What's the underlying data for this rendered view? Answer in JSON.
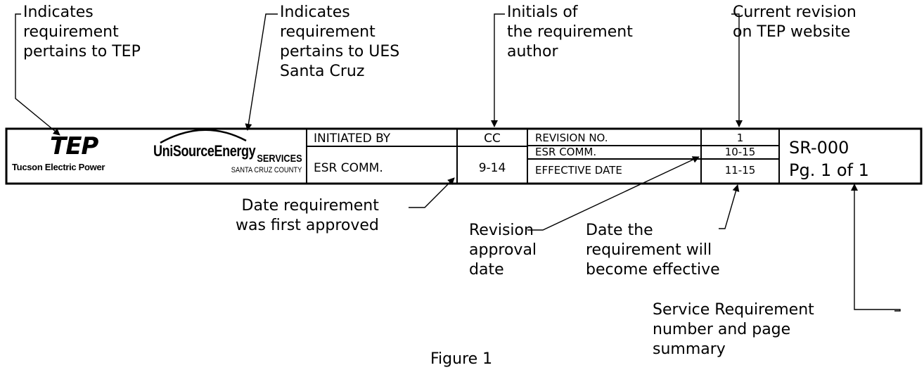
{
  "annotations": {
    "tep": [
      "Indicates",
      "requirement",
      "pertains to TEP"
    ],
    "ues": [
      "Indicates",
      "requirement",
      "pertains to UES",
      "Santa Cruz"
    ],
    "initials": [
      "Initials of",
      "the requirement",
      "author"
    ],
    "current_revision": [
      "Current revision",
      "on TEP website"
    ],
    "first_approved": [
      "Date requirement",
      "was first approved"
    ],
    "revision_approval": [
      "Revision",
      "approval",
      "date"
    ],
    "effective": [
      "Date the",
      "requirement will",
      "become effective"
    ],
    "service_requirement": [
      "Service Requirement",
      "number and page",
      "summary"
    ]
  },
  "title_block": {
    "tep_logo": "TEP",
    "tep_name": "Tucson Electric Power",
    "ues_logo": "UniSourceEnergy",
    "ues_services": "SERVICES",
    "ues_county": "SANTA CRUZ COUNTY",
    "initiated_by_label": "INITIATED BY",
    "initiated_by_value": "CC",
    "esr_comm_label_left": "ESR COMM.",
    "esr_comm_value_left": "9-14",
    "revision_no_label": "REVISION NO.",
    "revision_no_value": "1",
    "esr_comm_label_right": "ESR COMM.",
    "esr_comm_value_right": "10-15",
    "effective_date_label": "EFFECTIVE DATE",
    "effective_date_value": "11-15",
    "sr_number": "SR-000",
    "page": "Pg. 1 of 1"
  },
  "caption": "Figure 1"
}
